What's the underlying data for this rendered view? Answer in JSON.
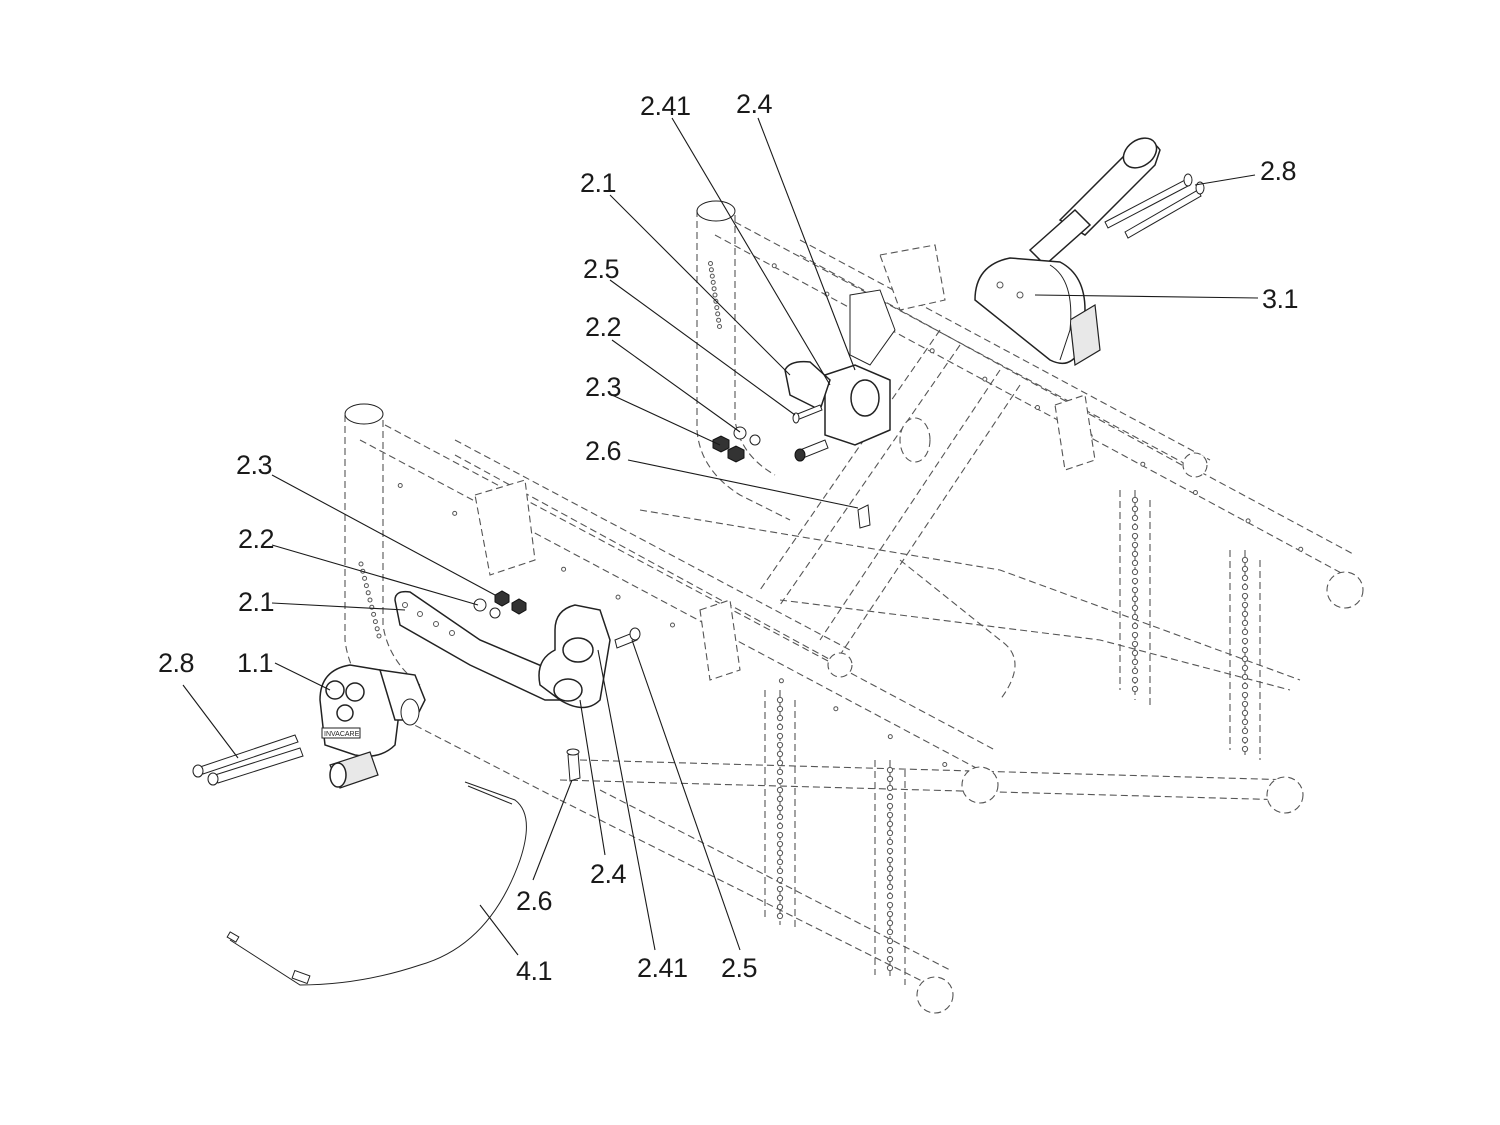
{
  "callouts": [
    {
      "id": "c-2-41-top",
      "label": "2.41"
    },
    {
      "id": "c-2-4-top",
      "label": "2.4"
    },
    {
      "id": "c-2-1-top",
      "label": "2.1"
    },
    {
      "id": "c-2-5-top",
      "label": "2.5"
    },
    {
      "id": "c-2-2-top",
      "label": "2.2"
    },
    {
      "id": "c-2-3-top",
      "label": "2.3"
    },
    {
      "id": "c-2-6-top",
      "label": "2.6"
    },
    {
      "id": "c-2-8-top",
      "label": "2.8"
    },
    {
      "id": "c-3-1",
      "label": "3.1"
    },
    {
      "id": "c-2-3-left",
      "label": "2.3"
    },
    {
      "id": "c-2-2-left",
      "label": "2.2"
    },
    {
      "id": "c-2-1-left",
      "label": "2.1"
    },
    {
      "id": "c-2-8-left",
      "label": "2.8"
    },
    {
      "id": "c-1-1",
      "label": "1.1"
    },
    {
      "id": "c-2-6-bottom",
      "label": "2.6"
    },
    {
      "id": "c-2-4-bottom",
      "label": "2.4"
    },
    {
      "id": "c-2-41-bottom",
      "label": "2.41"
    },
    {
      "id": "c-2-5-bottom",
      "label": "2.5"
    },
    {
      "id": "c-4-1",
      "label": "4.1"
    }
  ],
  "logo_text": "INVACARE"
}
